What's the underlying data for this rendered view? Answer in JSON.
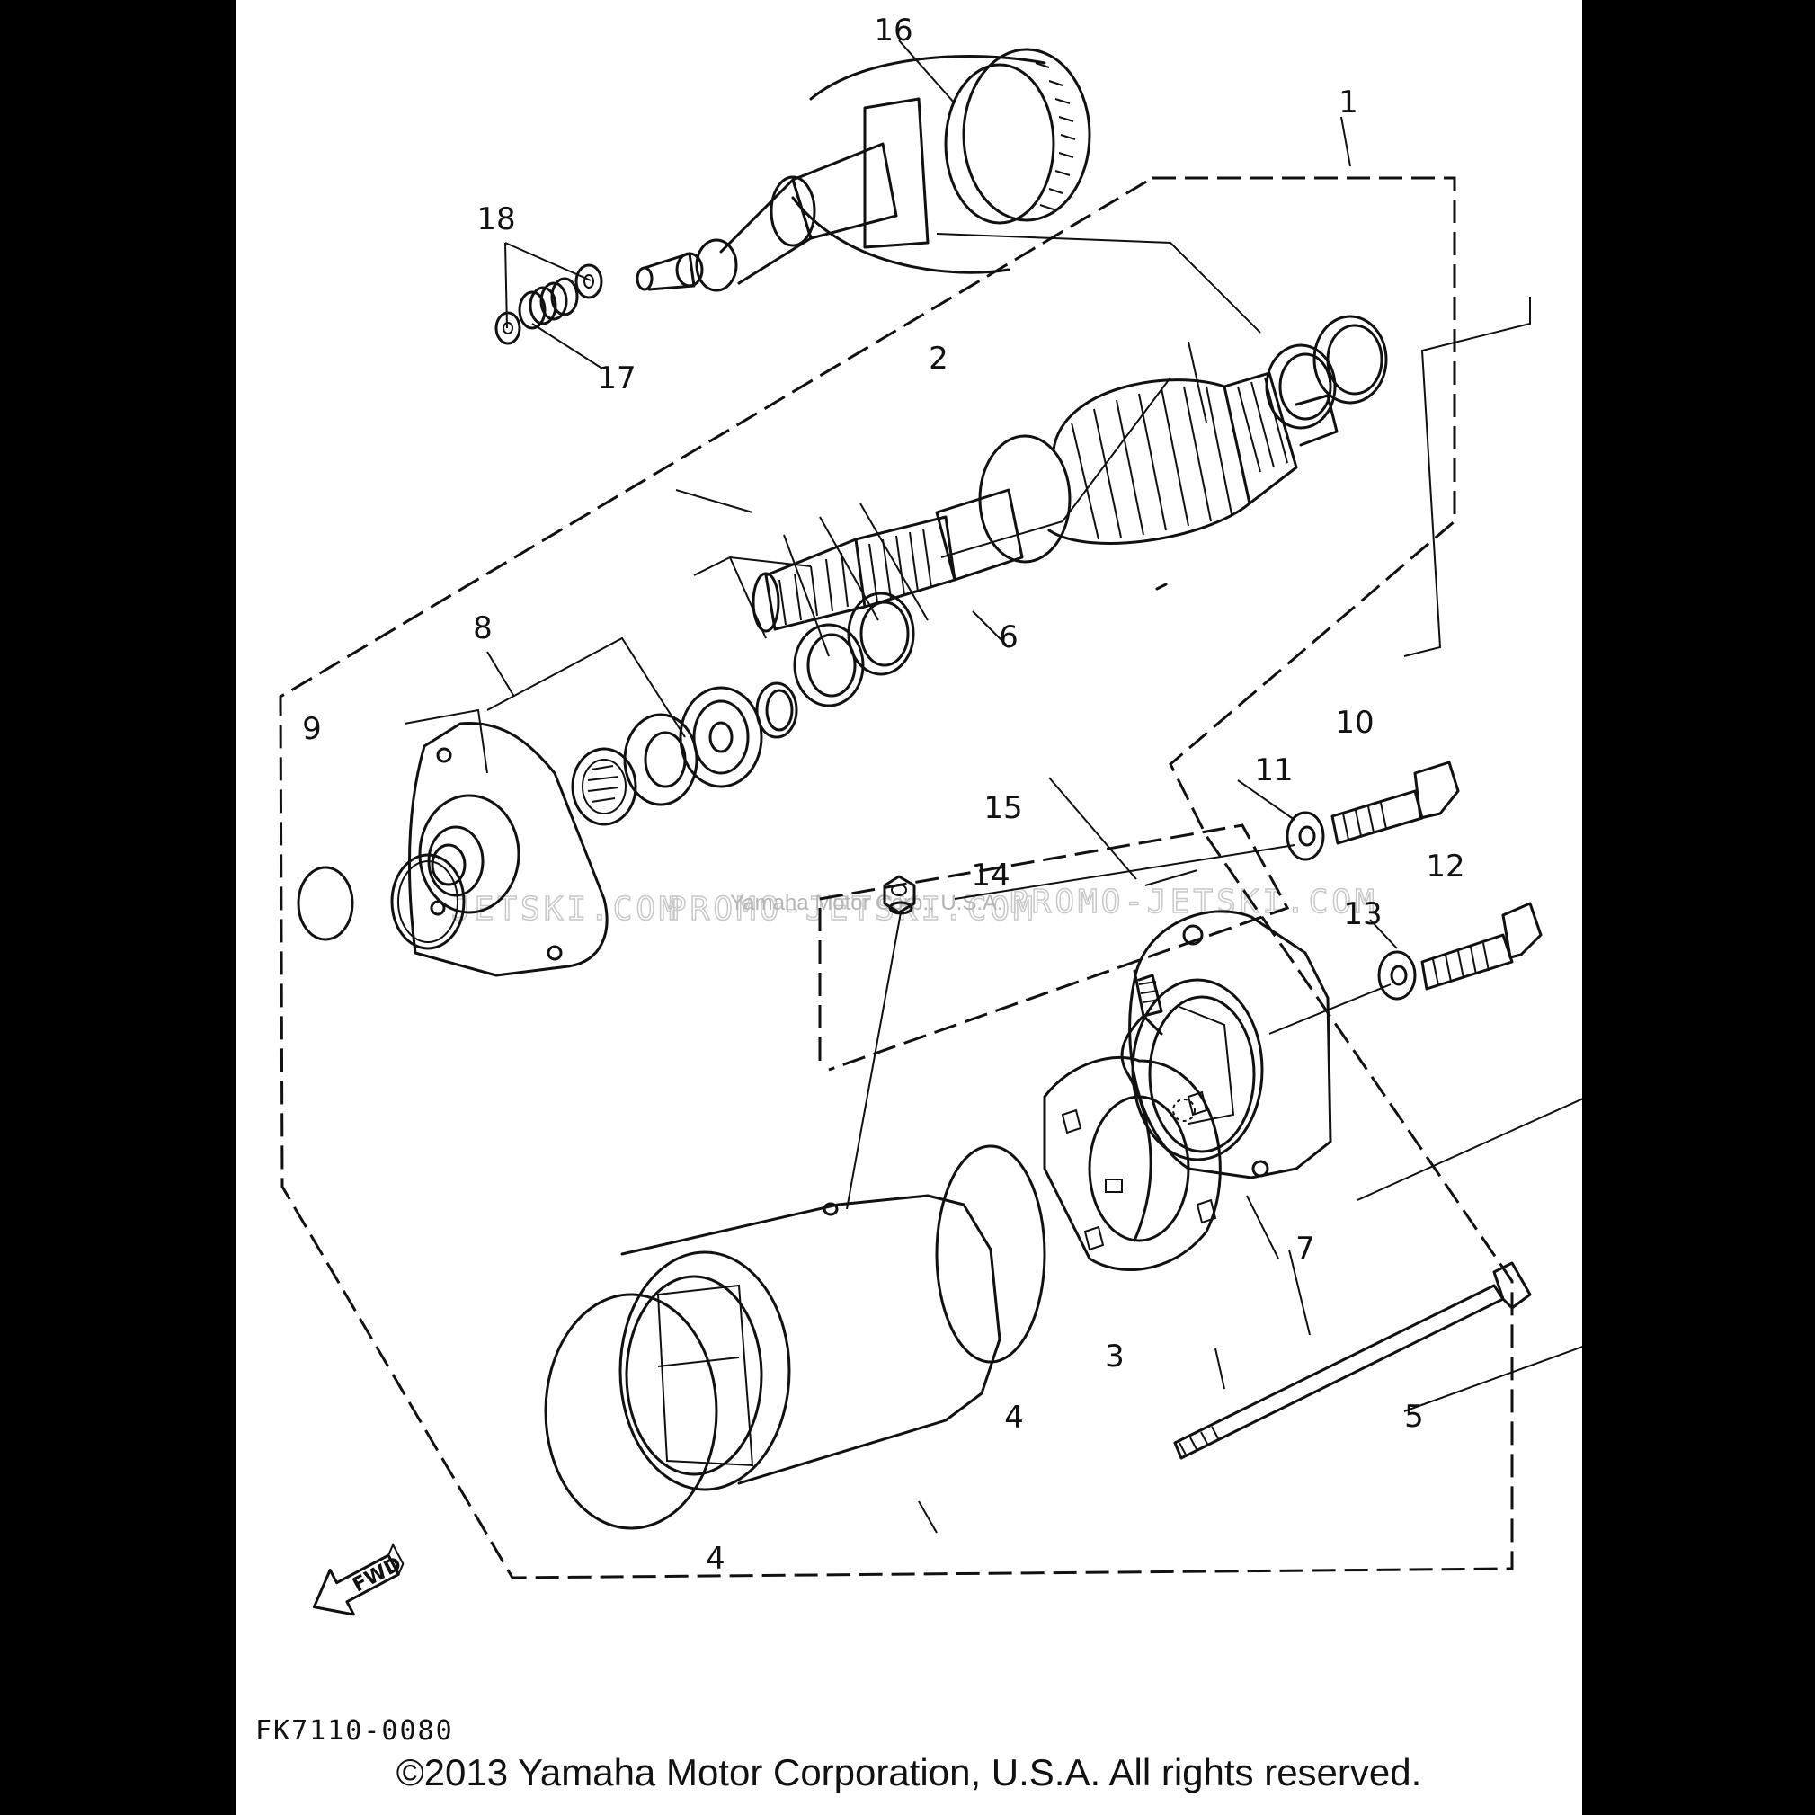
{
  "diagram": {
    "code": "FK7110-0080",
    "copyright": "©2013 Yamaha Motor Corporation, U.S.A. All rights reserved.",
    "fwd_label": "FWD",
    "watermark_left": "JETSKI.COM",
    "watermark_mid": "PROMO-JETSKI.COM",
    "watermark_right": "PROMO-JETSKI.COM",
    "watermark_small": "Yamaha Motor Corp., U.S.A."
  },
  "callouts": {
    "p1": "1",
    "p2": "2",
    "p3": "3",
    "p4a": "4",
    "p4b": "4",
    "p5": "5",
    "p6": "6",
    "p7": "7",
    "p8": "8",
    "p9": "9",
    "p10": "10",
    "p11": "11",
    "p12": "12",
    "p13": "13",
    "p14": "14",
    "p15": "15",
    "p16": "16",
    "p17": "17",
    "p18": "18"
  }
}
